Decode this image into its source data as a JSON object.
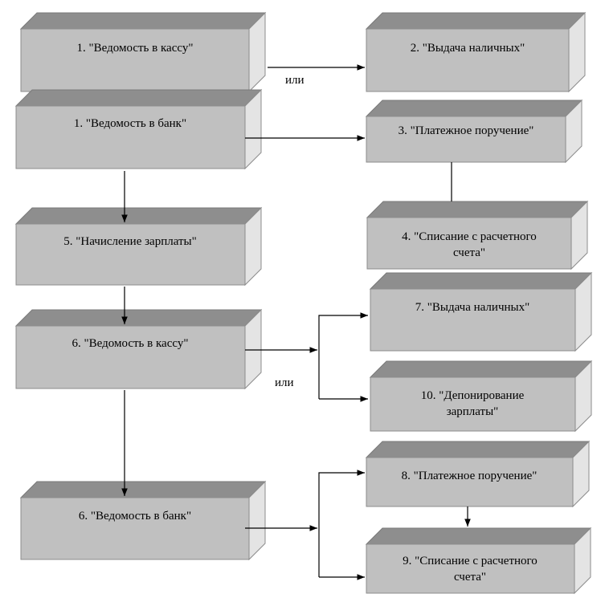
{
  "boxes": [
    {
      "id": "b1",
      "lines": [
        "1. \"Ведомость в кассу\""
      ]
    },
    {
      "id": "b2",
      "lines": [
        "2. \"Выдача наличных\""
      ]
    },
    {
      "id": "b3",
      "lines": [
        "1. \"Ведомость в банк\""
      ]
    },
    {
      "id": "b4",
      "lines": [
        "3. \"Платежное поручение\""
      ]
    },
    {
      "id": "b5",
      "lines": [
        "4. \"Списание с расчетного",
        "счета\""
      ]
    },
    {
      "id": "b6",
      "lines": [
        "5. \"Начисление зарплаты\""
      ]
    },
    {
      "id": "b7",
      "lines": [
        "6. \"Ведомость в кассу\""
      ]
    },
    {
      "id": "b8",
      "lines": [
        "7. \"Выдача наличных\""
      ]
    },
    {
      "id": "b9",
      "lines": [
        "10. \"Депонирование",
        "зарплаты\""
      ]
    },
    {
      "id": "b10",
      "lines": [
        "8. \"Платежное поручение\""
      ]
    },
    {
      "id": "b11",
      "lines": [
        "6. \"Ведомость в банк\""
      ]
    },
    {
      "id": "b12",
      "lines": [
        "9. \"Списание с расчетного",
        "счета\""
      ]
    }
  ],
  "connector_labels": {
    "or_top": "или",
    "or_middle": "или"
  }
}
